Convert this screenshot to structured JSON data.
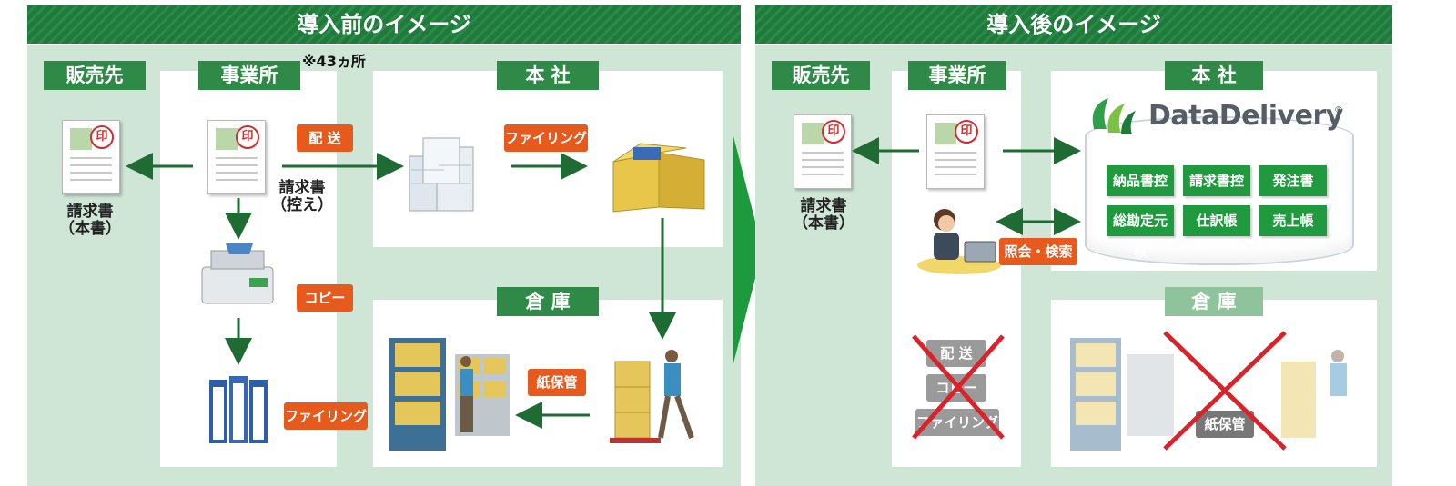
{
  "left": {
    "header": "導入前のイメージ",
    "note": "※43ヵ所",
    "tags": {
      "customer": "販売先",
      "office": "事業所",
      "hq": "本 社",
      "warehouse": "倉 庫"
    },
    "labels": {
      "delivery": "配 送",
      "filing_hq": "ファイリング",
      "copy": "コピー",
      "filing_office": "ファイリング",
      "paper_storage": "紙保管"
    },
    "doc_customer": {
      "line1": "請求書",
      "line2": "（本書）"
    },
    "doc_office": {
      "line1": "請求書",
      "line2": "（控え）"
    },
    "stamp": "印"
  },
  "right": {
    "header": "導入後のイメージ",
    "tags": {
      "customer": "販売先",
      "office": "事業所",
      "hq": "本 社",
      "warehouse": "倉 庫"
    },
    "doc_customer": {
      "line1": "請求書",
      "line2": "（本書）"
    },
    "stamp": "印",
    "logo": "DataDelivery",
    "logo_mark": "®",
    "db_items": [
      "納品書控",
      "請求書控",
      "発注書",
      "総勘定元帳",
      "仕訳帳",
      "売上帳"
    ],
    "query_label": "照会・検索",
    "crossed": {
      "delivery": "配 送",
      "copy": "コピー",
      "filing": "ファイリング",
      "paper_storage": "紙保管"
    }
  },
  "colors": {
    "panel": "#cfe6d6",
    "header": "#1f7a3c",
    "tag": "#2f8a47",
    "orange": "#e65a1e",
    "arrow": "#1e6b34",
    "cross": "#d8232a"
  }
}
